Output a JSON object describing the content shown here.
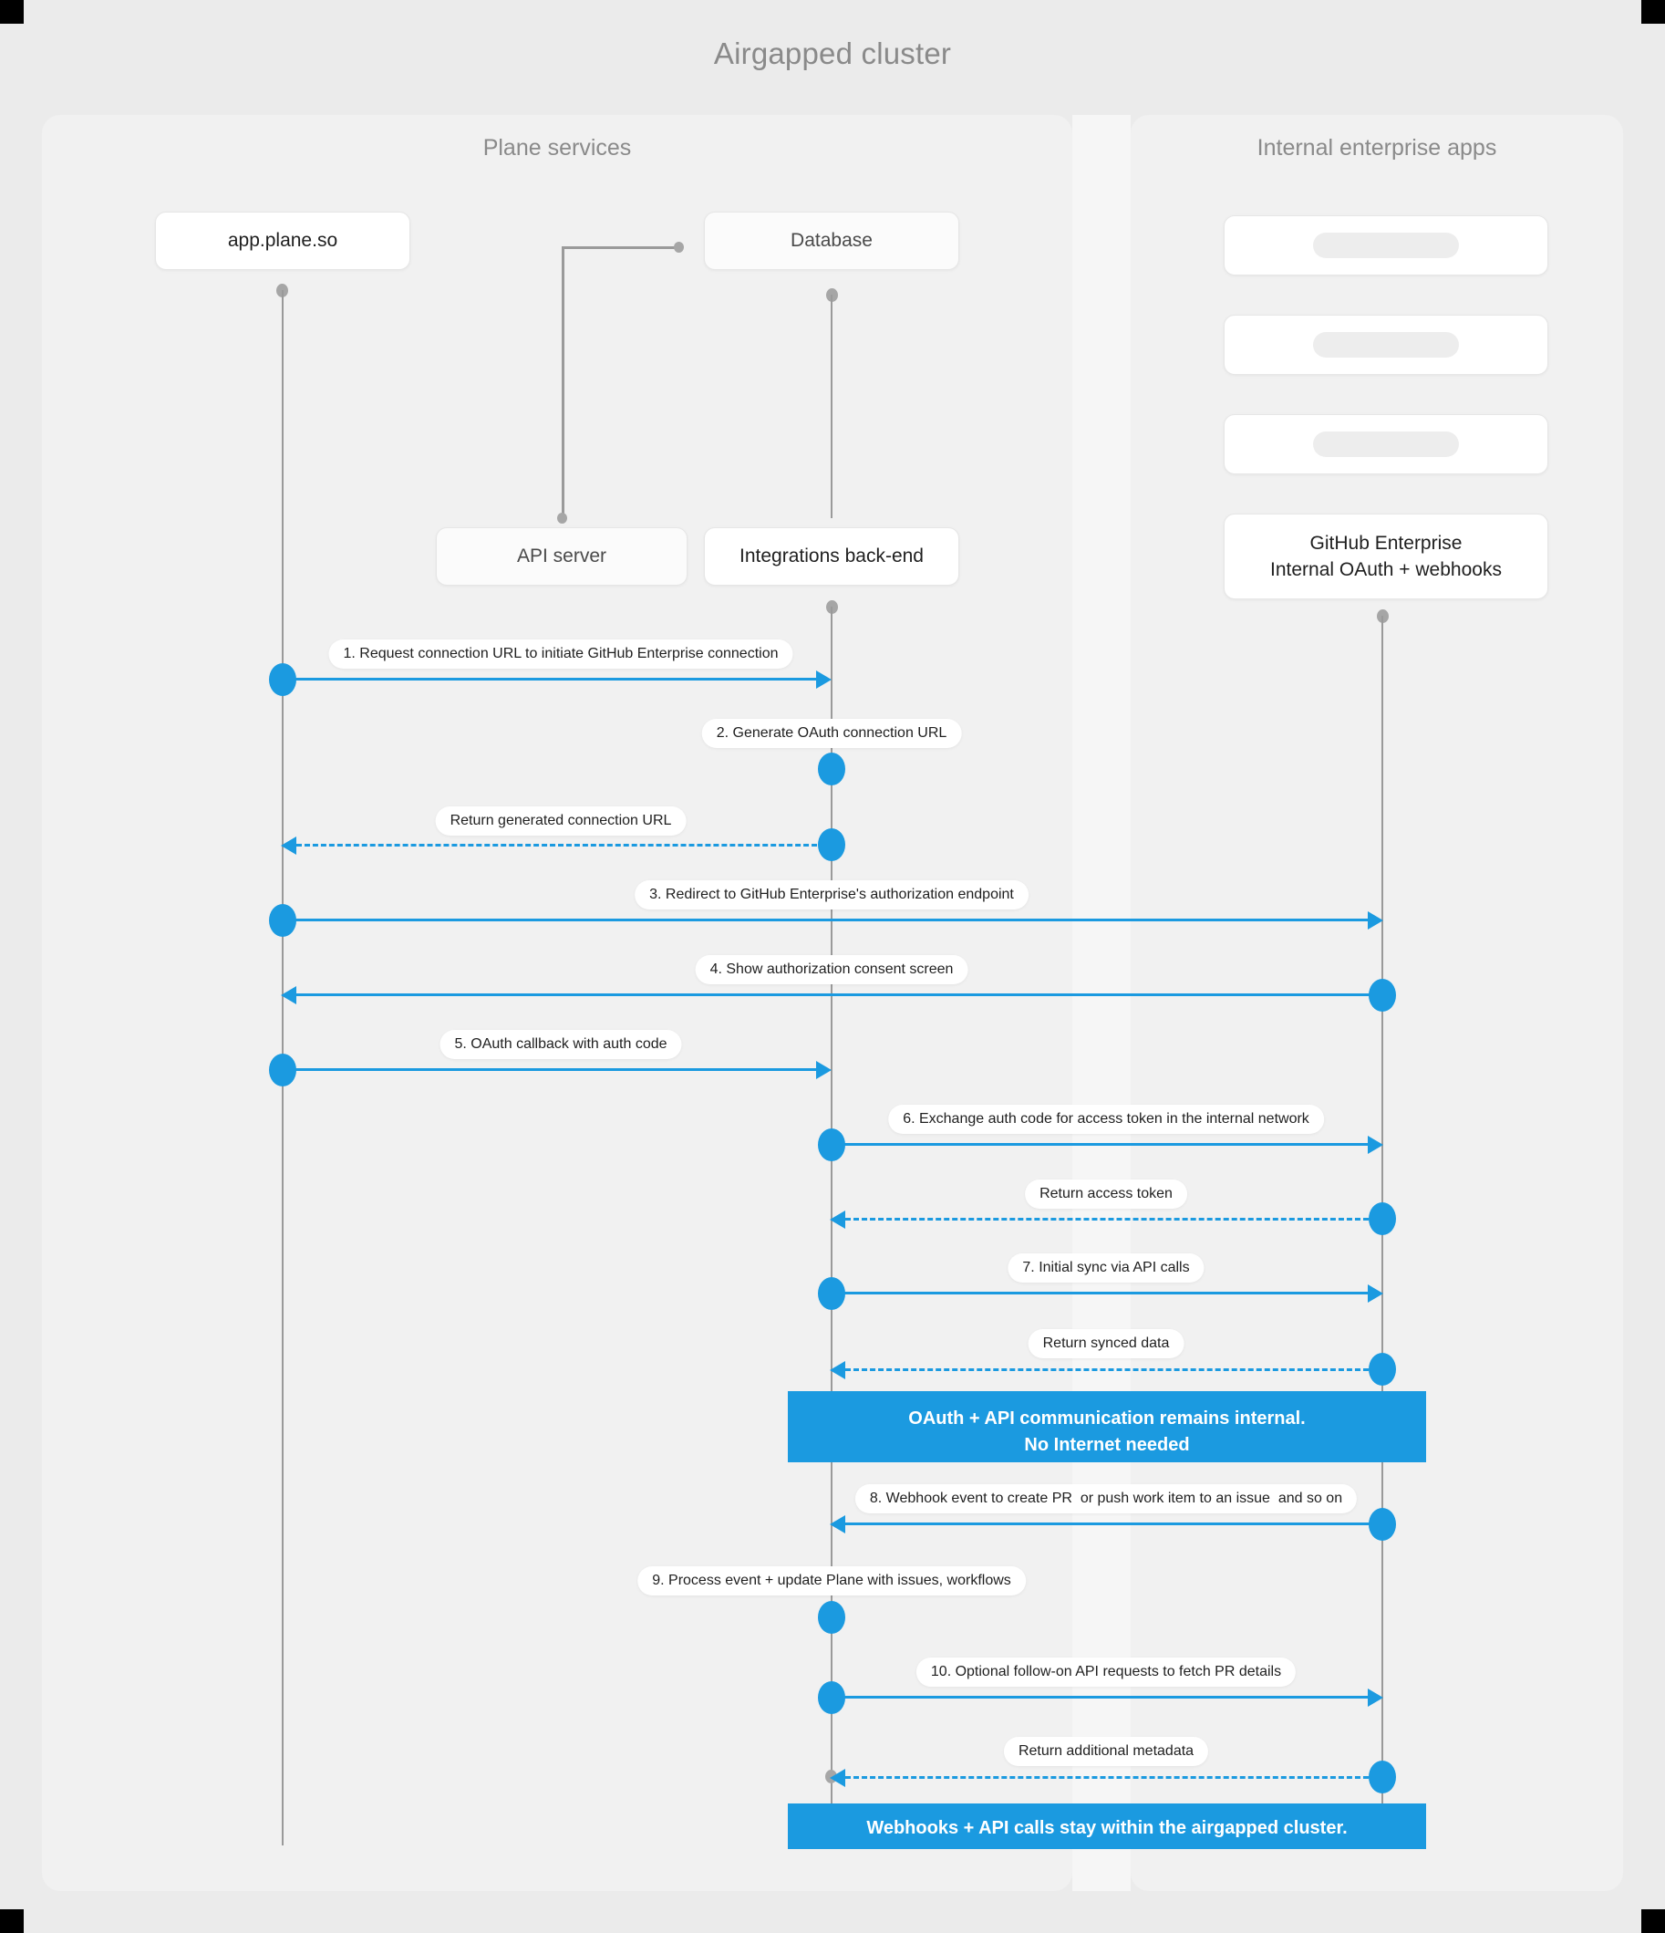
{
  "diagram": {
    "title": "Airgapped cluster",
    "colors": {
      "accent": "#1b9ae0",
      "canvas_bg": "#ebebeb",
      "panel_bg": "#f1f1f1",
      "node_bg": "#ffffff",
      "lifeline": "#9a9a9a",
      "title_text": "#8a8a8a"
    }
  },
  "groups": [
    {
      "id": "plane",
      "title": "Plane services"
    },
    {
      "id": "internal",
      "title": "Internal enterprise apps"
    }
  ],
  "participants": [
    {
      "id": "app",
      "label": "app.plane.so",
      "group": "plane"
    },
    {
      "id": "db",
      "label": "Database",
      "group": "plane"
    },
    {
      "id": "api",
      "label": "API server",
      "group": "plane"
    },
    {
      "id": "integrations",
      "label": "Integrations back-end",
      "group": "plane"
    },
    {
      "id": "ph1",
      "label": "",
      "group": "internal"
    },
    {
      "id": "ph2",
      "label": "",
      "group": "internal"
    },
    {
      "id": "ph3",
      "label": "",
      "group": "internal"
    },
    {
      "id": "ghe",
      "label": "GitHub Enterprise\nInternal OAuth + webhooks",
      "label_line1": "GitHub Enterprise",
      "label_line2": "Internal OAuth + webhooks",
      "group": "internal"
    }
  ],
  "messages": [
    {
      "n": 1,
      "label": "1. Request connection URL to initiate GitHub Enterprise connection",
      "from": "app",
      "to": "integrations",
      "style": "solid",
      "dir": "right"
    },
    {
      "n": 2,
      "label": "2. Generate OAuth connection URL",
      "from": "integrations",
      "to": "integrations",
      "style": "self",
      "dir": "self"
    },
    {
      "n": 3,
      "label": "Return generated connection URL",
      "from": "integrations",
      "to": "app",
      "style": "dashed",
      "dir": "left"
    },
    {
      "n": 4,
      "label": "3. Redirect to GitHub Enterprise's authorization endpoint",
      "from": "app",
      "to": "ghe",
      "style": "solid",
      "dir": "right"
    },
    {
      "n": 5,
      "label": "4. Show authorization consent screen",
      "from": "ghe",
      "to": "app",
      "style": "solid",
      "dir": "left"
    },
    {
      "n": 6,
      "label": "5. OAuth callback with auth code",
      "from": "app",
      "to": "integrations",
      "style": "solid",
      "dir": "right"
    },
    {
      "n": 7,
      "label": "6. Exchange auth code for access token in the internal network",
      "from": "integrations",
      "to": "ghe",
      "style": "solid",
      "dir": "right"
    },
    {
      "n": 8,
      "label": "Return access token",
      "from": "ghe",
      "to": "integrations",
      "style": "dashed",
      "dir": "left"
    },
    {
      "n": 9,
      "label": "7. Initial sync via API calls",
      "from": "integrations",
      "to": "ghe",
      "style": "solid",
      "dir": "right"
    },
    {
      "n": 10,
      "label": "Return synced data",
      "from": "ghe",
      "to": "integrations",
      "style": "dashed",
      "dir": "left"
    },
    {
      "n": 11,
      "label": "8. Webhook event to create PR  or push work item to an issue  and so on",
      "from": "ghe",
      "to": "integrations",
      "style": "solid",
      "dir": "left"
    },
    {
      "n": 12,
      "label": "9. Process event + update Plane with issues, workflows",
      "from": "integrations",
      "to": "integrations",
      "style": "self",
      "dir": "self"
    },
    {
      "n": 13,
      "label": "10. Optional follow-on API requests to fetch PR details",
      "from": "integrations",
      "to": "ghe",
      "style": "solid",
      "dir": "right"
    },
    {
      "n": 14,
      "label": "Return additional metadata",
      "from": "ghe",
      "to": "integrations",
      "style": "dashed",
      "dir": "left"
    }
  ],
  "notes": [
    {
      "id": "note1",
      "line1": "OAuth + API communication remains internal.",
      "line2": "No Internet needed"
    },
    {
      "id": "note2",
      "line1": "Webhooks + API calls stay within the airgapped cluster.",
      "line2": ""
    }
  ]
}
